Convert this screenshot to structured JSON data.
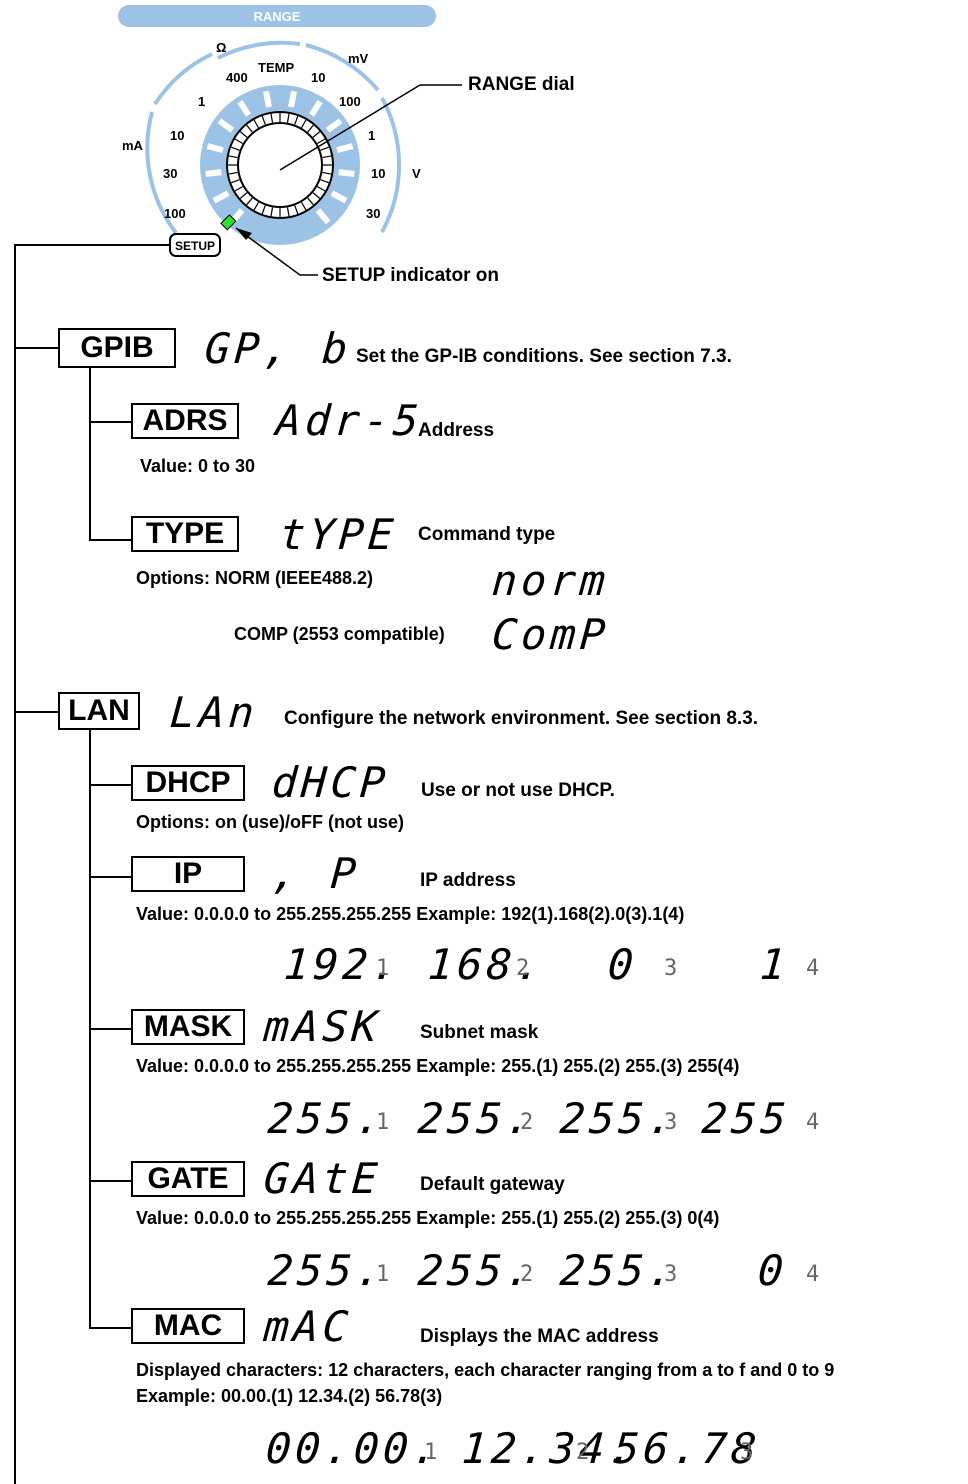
{
  "dial": {
    "range_label": "RANGE",
    "omega": "Ω",
    "mV": "mV",
    "mA": "mA",
    "V": "V",
    "temp": "TEMP",
    "t400": "400",
    "t10a": "10",
    "t100a": "100",
    "t1a": "1",
    "t1b": "1",
    "t10b": "10",
    "t10c": "10",
    "t30a": "30",
    "t30b": "30",
    "t100b": "100",
    "setup": "SETUP",
    "range_dial_label": "RANGE dial",
    "setup_indicator_label": "SETUP indicator on",
    "indicator_color": "#33dd33",
    "ring_color": "#9cc3e6"
  },
  "gpib": {
    "box": "GPIB",
    "seg": "GP, b",
    "desc": "Set the GP-IB conditions. See section 7.3.",
    "adrs": {
      "box": "ADRS",
      "seg": "Adr-5",
      "desc": "Address",
      "note": "Value: 0 to 30"
    },
    "type": {
      "box": "TYPE",
      "seg": "tYPE",
      "desc": "Command type",
      "note1": "Options: NORM (IEEE488.2)",
      "seg_norm": "norm",
      "note2": "COMP (2553 compatible)",
      "seg_comp": "ComP"
    }
  },
  "lan": {
    "box": "LAN",
    "seg": "LAn",
    "desc": "Configure the network environment. See section 8.3.",
    "dhcp": {
      "box": "DHCP",
      "seg": "dHCP",
      "desc": "Use or not use DHCP.",
      "note": "Options: on (use)/oFF (not use)"
    },
    "ip": {
      "box": "IP",
      "seg": ", P",
      "desc": "IP address",
      "note": "Value: 0.0.0.0 to 255.255.255.255  Example: 192(1).168(2).0(3).1(4)",
      "v1": "192.",
      "i1": "1",
      "v2": "168.",
      "i2": "2",
      "v3": "0",
      "i3": "3",
      "v4": "1",
      "i4": "4"
    },
    "mask": {
      "box": "MASK",
      "seg": "mASK",
      "desc": "Subnet mask",
      "note": "Value: 0.0.0.0 to 255.255.255.255  Example: 255.(1) 255.(2) 255.(3) 255(4)",
      "v1": "255.",
      "i1": "1",
      "v2": "255.",
      "i2": "2",
      "v3": "255.",
      "i3": "3",
      "v4": "255",
      "i4": "4"
    },
    "gate": {
      "box": "GATE",
      "seg": "GAtE",
      "desc": "Default gateway",
      "note": "Value: 0.0.0.0 to 255.255.255.255  Example: 255.(1) 255.(2) 255.(3) 0(4)",
      "v1": "255.",
      "i1": "1",
      "v2": "255.",
      "i2": "2",
      "v3": "255.",
      "i3": "3",
      "v4": "0",
      "i4": "4"
    },
    "mac": {
      "box": "MAC",
      "seg": "mAC",
      "desc": "Displays the MAC address",
      "note1": "Displayed characters: 12 characters, each character ranging from a to f and 0 to 9",
      "note2": "Example: 00.00.(1) 12.34.(2) 56.78(3)",
      "v1": "00.00.",
      "i1": "1",
      "v2": "12.34.",
      "i2": "2",
      "v3": "56.78",
      "i3": "3"
    }
  }
}
